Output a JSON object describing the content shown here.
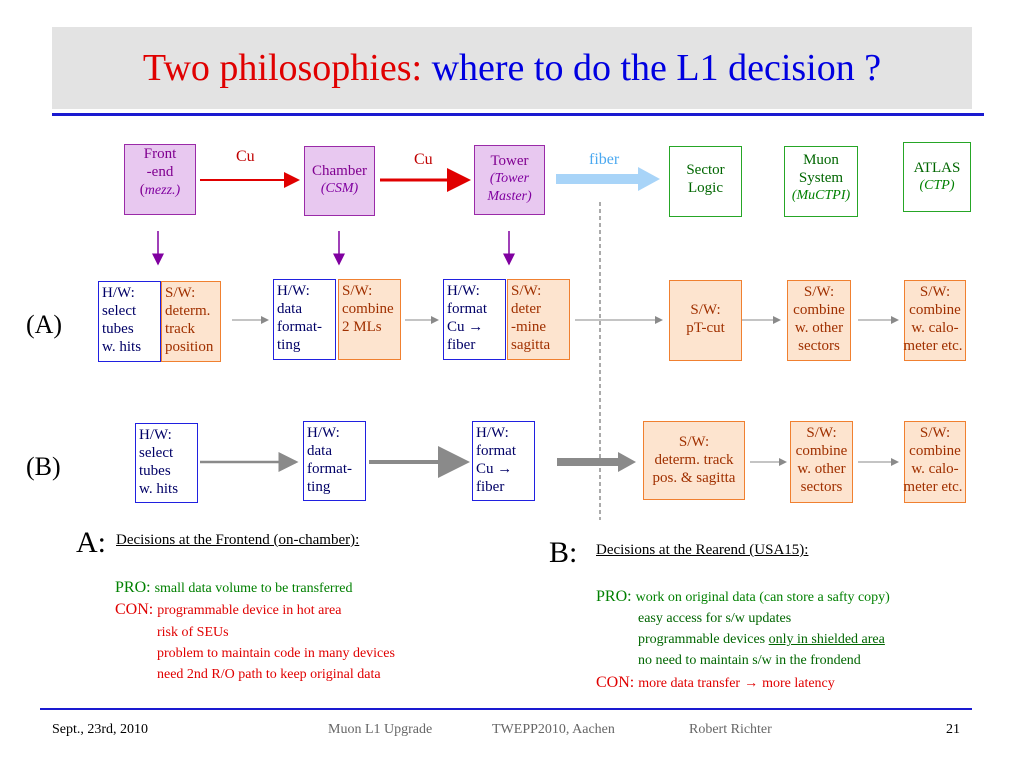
{
  "title": {
    "part1": "Two philosophies:",
    "part2": "where to do the L1 decision ?"
  },
  "top_chain": {
    "frontend": {
      "line1": "Front",
      "line2": "-end",
      "sub": "mezz.",
      "open": "(",
      "close": ")"
    },
    "chamber": {
      "line1": "Chamber",
      "sub": "(CSM)"
    },
    "tower": {
      "line1": "Tower",
      "sub1": "(Tower",
      "sub2": "Master)"
    },
    "sector": {
      "line1": "Sector",
      "line2": "Logic"
    },
    "muon": {
      "line1": "Muon",
      "line2": "System",
      "sub": "(MuCTPI)"
    },
    "atlas": {
      "line1": "ATLAS",
      "sub": "(CTP)"
    },
    "link1": "Cu",
    "link2": "Cu",
    "link3": "fiber"
  },
  "row_a": {
    "label": "(A)",
    "hw1": [
      "H/W:",
      "select",
      "tubes",
      "w. hits"
    ],
    "sw1": [
      "S/W:",
      "determ.",
      "track",
      "position"
    ],
    "hw2": [
      "H/W:",
      "data",
      "format-",
      "ting"
    ],
    "sw2": [
      "S/W:",
      "combine",
      "2 MLs"
    ],
    "hw3": [
      "H/W:",
      "format",
      "Cu →",
      "fiber"
    ],
    "sw3": [
      "S/W:",
      "deter",
      "-mine",
      "sagitta"
    ],
    "sw4": [
      "S/W:",
      "pT-cut"
    ],
    "sw5": [
      "S/W:",
      "combine",
      "w. other",
      "sectors"
    ],
    "sw6": [
      "S/W:",
      "combine",
      "w. calo-",
      "meter etc."
    ]
  },
  "row_b": {
    "label": "(B)",
    "hw1": [
      "H/W:",
      "select",
      "tubes",
      "w. hits"
    ],
    "hw2": [
      "H/W:",
      "data",
      "format-",
      "ting"
    ],
    "hw3": [
      "H/W:",
      "format",
      "Cu →",
      "fiber"
    ],
    "sw1": [
      "S/W:",
      "determ. track",
      "pos. & sagitta"
    ],
    "sw2": [
      "S/W:",
      "combine",
      "w. other",
      "sectors"
    ],
    "sw3": [
      "S/W:",
      "combine",
      "w. calo-",
      "meter etc."
    ]
  },
  "section_a": {
    "letter": "A:",
    "title": "Decisions at the Frontend (on-chamber):",
    "pro_label": "PRO:",
    "pro_text": "small data volume to be transferred",
    "con_label": "CON:",
    "con_lines": [
      "programmable device in hot area",
      "risk of SEUs",
      "problem to maintain code in many devices",
      "need 2nd R/O path to keep original data"
    ]
  },
  "section_b": {
    "letter": "B:",
    "title": "Decisions at the Rearend (USA15):",
    "pro_label": "PRO:",
    "pro_lines": [
      "work on original data (can store a safty copy)",
      "easy access for s/w updates",
      "programmable devices",
      "no need to maintain s/w in the frondend"
    ],
    "pro_underlined": "only in shielded area",
    "con_label": "CON:",
    "con_text1": "more data transfer",
    "con_arrow": "→",
    "con_text2": "more latency"
  },
  "footer": {
    "date": "Sept., 23rd, 2010",
    "event1": "Muon L1 Upgrade",
    "event2": "TWEPP2010, Aachen",
    "author": "Robert Richter",
    "page": "21"
  },
  "colors": {
    "title_red": "#e00000",
    "title_blue": "#0000e0",
    "rule": "#1a1ad0",
    "purple_fill": "#e8c8f0",
    "orange_fill": "#fde4cf",
    "green_border": "#26a626"
  }
}
